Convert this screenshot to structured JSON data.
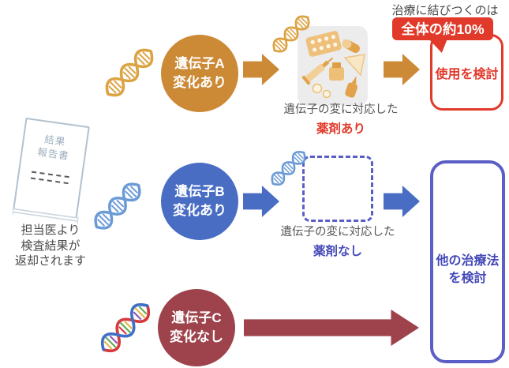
{
  "colors": {
    "orange": "#cc8a36",
    "blue": "#4a6dc4",
    "dark_red": "#9e434b",
    "red": "#e13a2b",
    "purple": "#5b5fc5",
    "purple_text": "#4449b8",
    "gray_box": "#ececec"
  },
  "report": {
    "doc_title_line1": "結果",
    "doc_title_line2": "報告書",
    "caption_line1": "担当医より",
    "caption_line2": "検査結果が",
    "caption_line3": "返却されます"
  },
  "top_note": {
    "label": "治療に結びつくのは",
    "badge": "全体の約10%"
  },
  "gene_a": {
    "circle_line1": "遺伝子A",
    "circle_line2": "変化あり",
    "caption_line1": "遺伝子の変に対応した",
    "caption_line2": "薬剤あり",
    "result": "使用を検討"
  },
  "gene_b": {
    "circle_line1": "遺伝子B",
    "circle_line2": "変化あり",
    "caption_line1": "遺伝子の変に対応した",
    "caption_line2": "薬剤なし",
    "result_line1": "他の治療法",
    "result_line2": "を検討"
  },
  "gene_c": {
    "circle_line1": "遺伝子C",
    "circle_line2": "変化なし"
  },
  "icons": {
    "report_document": "report-document-icon",
    "dna_orange": "dna-helix-orange-icon",
    "dna_blue": "dna-helix-blue-icon",
    "dna_multicolor": "dna-helix-multicolor-icon",
    "medicines": "medicine-set-icon"
  }
}
